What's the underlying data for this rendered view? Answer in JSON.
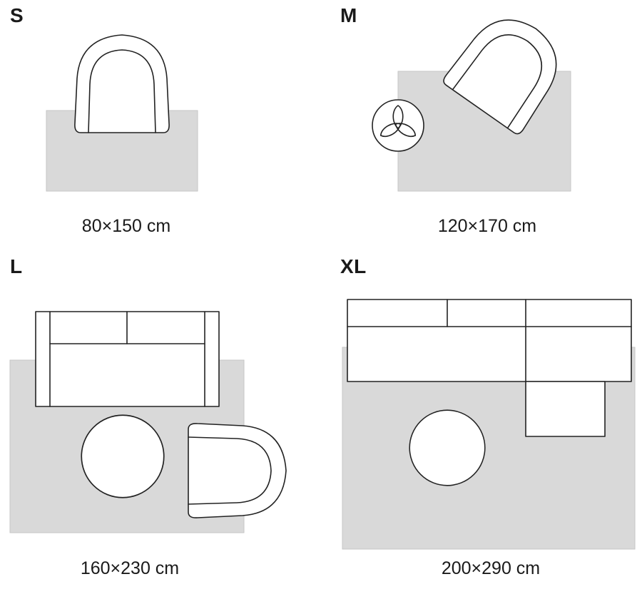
{
  "colors": {
    "rug_fill": "#d9d9d9",
    "rug_border": "#c6c6c6",
    "line": "#222222",
    "text": "#1a1a1a"
  },
  "sizes": [
    {
      "label": "S",
      "dimensions": "80×150 cm",
      "furniture": [
        "armchair"
      ]
    },
    {
      "label": "M",
      "dimensions": "120×170 cm",
      "furniture": [
        "armchair",
        "plant"
      ]
    },
    {
      "label": "L",
      "dimensions": "160×230 cm",
      "furniture": [
        "sofa",
        "pouf",
        "armchair"
      ]
    },
    {
      "label": "XL",
      "dimensions": "200×290 cm",
      "furniture": [
        "corner-sofa",
        "pouf"
      ]
    }
  ]
}
